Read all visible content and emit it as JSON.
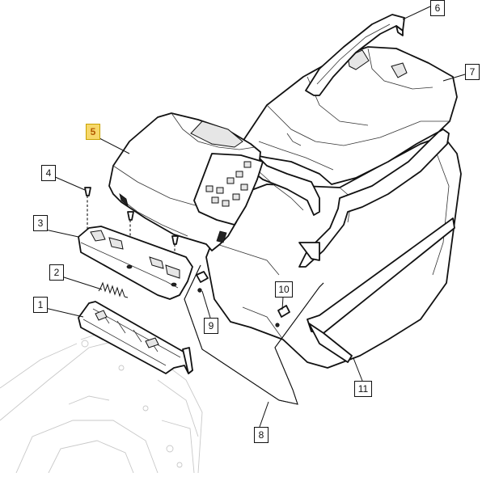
{
  "diagram": {
    "callouts": [
      {
        "id": "c1",
        "label": "1",
        "highlight": false
      },
      {
        "id": "c2",
        "label": "2",
        "highlight": false
      },
      {
        "id": "c3",
        "label": "3",
        "highlight": false
      },
      {
        "id": "c4",
        "label": "4",
        "highlight": false
      },
      {
        "id": "c5",
        "label": "5",
        "highlight": true
      },
      {
        "id": "c6",
        "label": "6",
        "highlight": false
      },
      {
        "id": "c7",
        "label": "7",
        "highlight": false
      },
      {
        "id": "c8",
        "label": "8",
        "highlight": false
      },
      {
        "id": "c9",
        "label": "9",
        "highlight": false
      },
      {
        "id": "c10",
        "label": "10",
        "highlight": false
      },
      {
        "id": "c11",
        "label": "11",
        "highlight": false
      }
    ],
    "highlight_color": "#f7d86a"
  }
}
